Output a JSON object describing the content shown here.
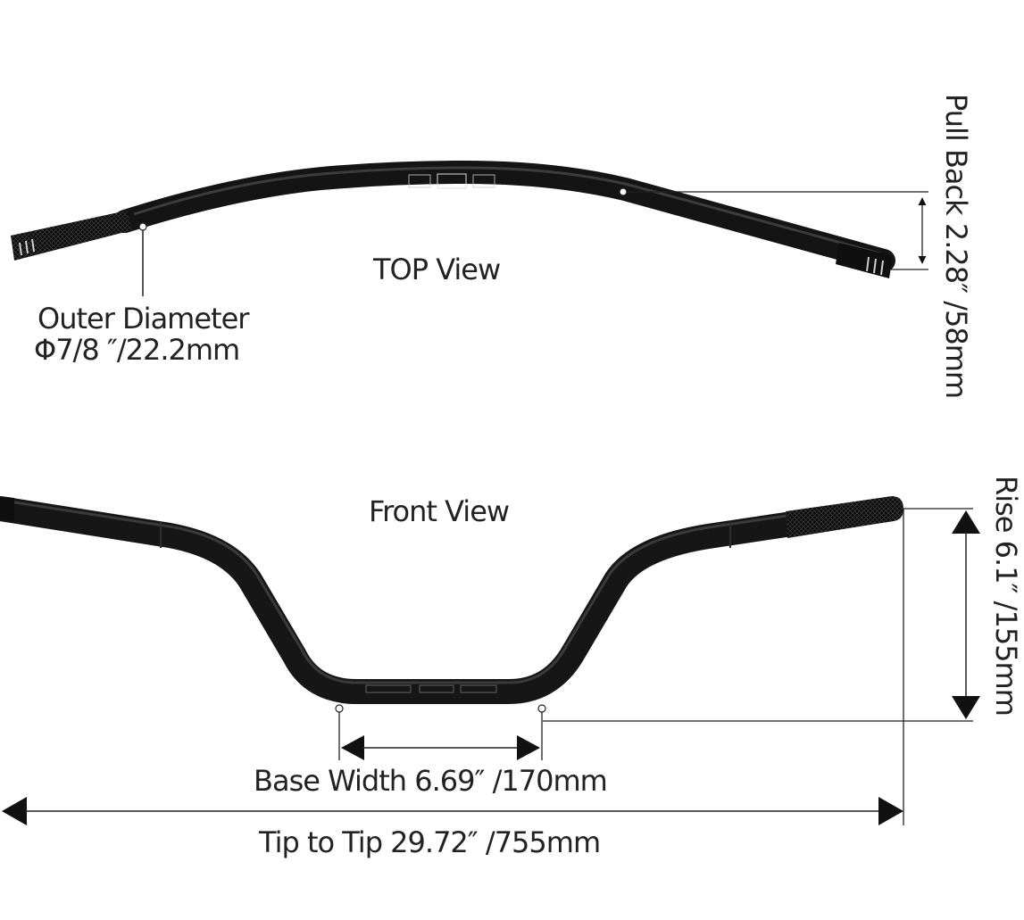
{
  "diagram": {
    "top_view": {
      "title": "TOP View",
      "outer_diameter_label": "Outer Diameter",
      "outer_diameter_value": "Φ7/8  ″/22.2mm",
      "pull_back_label": "Pull Back 2.28″  /58mm"
    },
    "front_view": {
      "title": "Front View",
      "rise_label": "Rise 6.1″  /155mm",
      "base_width_label": "Base Width 6.69″  /170mm",
      "tip_to_tip_label": "Tip to Tip 29.72″  /755mm"
    },
    "colors": {
      "bar": "#161616",
      "bar_highlight": "#3a3a3a",
      "grip": "#0c0c0c",
      "dimension_line": "#222222",
      "text": "#222222",
      "background": "#ffffff"
    }
  }
}
